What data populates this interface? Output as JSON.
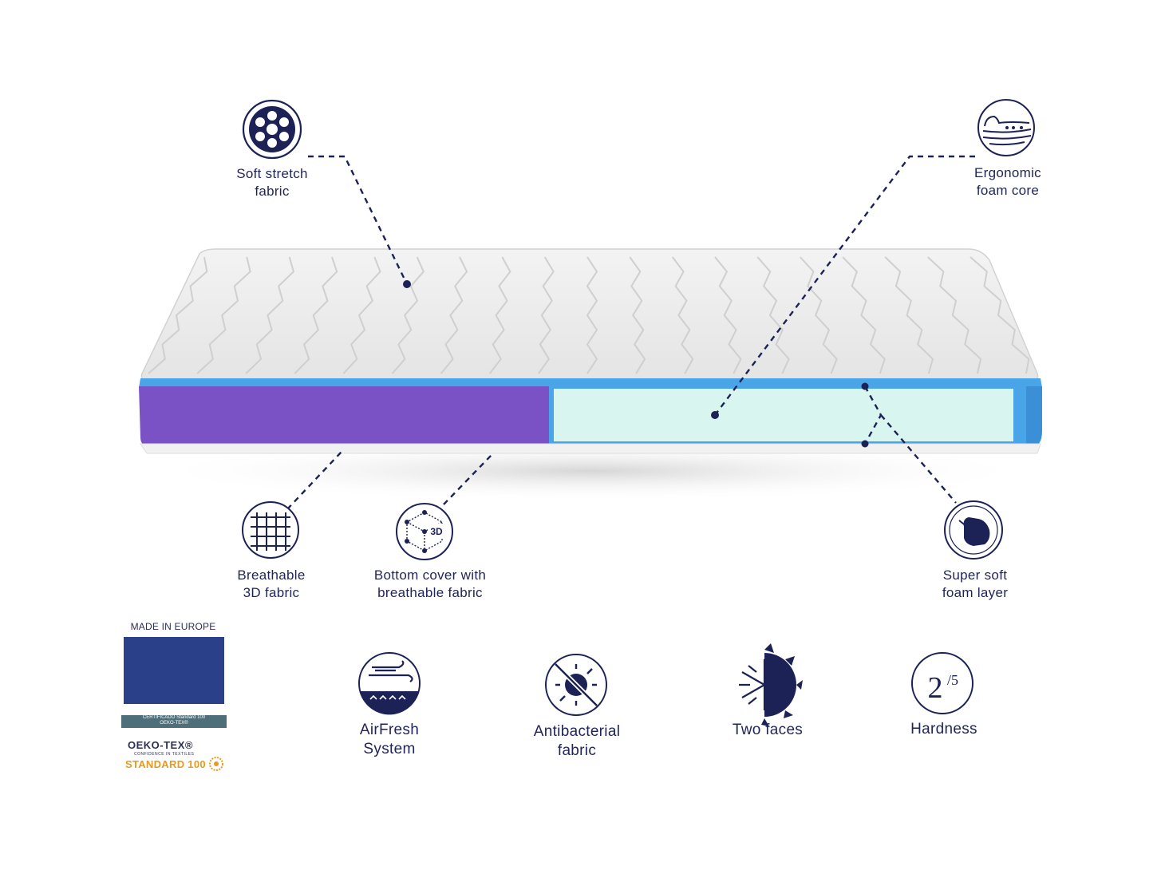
{
  "colors": {
    "navy": "#1c2256",
    "purple": "#7a52c6",
    "blue_band": "#4aa4e8",
    "foam": "#d8f6ef",
    "eu_blue": "#2a4189",
    "eu_star": "#f4d21f",
    "oeko_orange": "#e79a1e"
  },
  "callouts": {
    "soft_stretch": {
      "icon": "stitched-circles-icon",
      "lines": [
        "Soft stretch",
        "fabric"
      ]
    },
    "ergonomic": {
      "icon": "body-contour-icon",
      "lines": [
        "Ergonomic",
        "foam core"
      ]
    },
    "breathable_3d": {
      "icon": "mesh-fabric-icon",
      "lines": [
        "Breathable",
        "3D fabric"
      ]
    },
    "bottom_cover": {
      "icon": "3d-cube-icon",
      "icon_text": "3D",
      "lines": [
        "Bottom cover with",
        "breathable fabric"
      ]
    },
    "super_soft": {
      "icon": "hand-press-icon",
      "lines": [
        "Super soft",
        "foam layer"
      ]
    }
  },
  "features": [
    {
      "name": "airfresh",
      "icon": "airflow-icon",
      "lines": [
        "AirFresh",
        "System"
      ]
    },
    {
      "name": "antibacterial",
      "icon": "bacteria-crossed-icon",
      "lines": [
        "Antibacterial",
        "fabric"
      ]
    },
    {
      "name": "two_faces",
      "icon": "snowflake-sun-icon",
      "lines": [
        "Two faces"
      ]
    },
    {
      "name": "hardness",
      "icon": "hardness-rating-icon",
      "rating": "2",
      "scale": "/5",
      "lines": [
        "Hardness"
      ]
    }
  ],
  "badges": {
    "made_in": "MADE IN EUROPE",
    "cert_line1": "CERTIFICADO Standard 100",
    "cert_line2": "OEKO-TEX®",
    "oeko_title": "OEKO-TEX®",
    "oeko_sub": "CONFIDENCE IN TEXTILES",
    "oeko_standard": "STANDARD 100"
  }
}
